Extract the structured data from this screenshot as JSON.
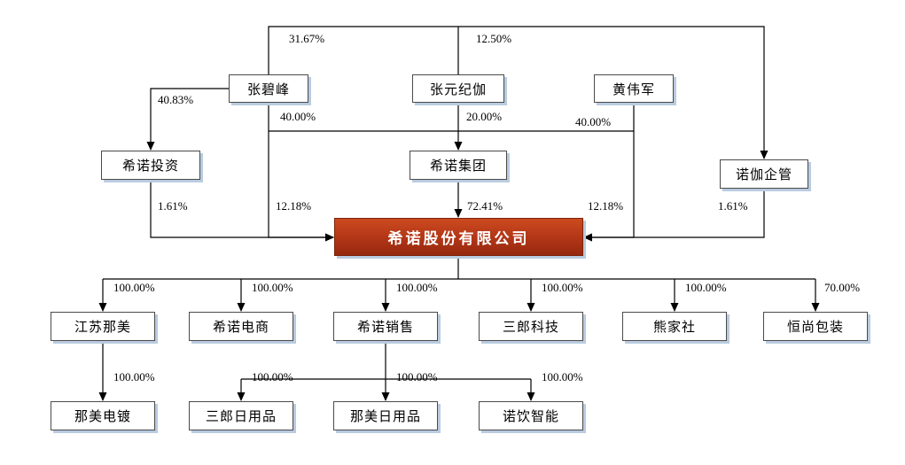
{
  "diagram": {
    "type": "equity-structure-chart",
    "company_box_color": "#b13517",
    "box_shadow_color": "#b9cbe0",
    "line_color": "#000000"
  },
  "nodes": {
    "zhang_bifeng": {
      "label": "张碧峰"
    },
    "zhang_yuanjijia": {
      "label": "张元纪伽"
    },
    "huang_weijun": {
      "label": "黄伟军"
    },
    "xinuo_investment": {
      "label": "希诺投资"
    },
    "xinuo_group": {
      "label": "希诺集团"
    },
    "nuojia_management": {
      "label": "诺伽企管"
    },
    "company": {
      "label": "希诺股份有限公司"
    },
    "jiangsu_namei": {
      "label": "江苏那美"
    },
    "xinuo_ecommerce": {
      "label": "希诺电商"
    },
    "xinuo_sales": {
      "label": "希诺销售"
    },
    "sanlang_tech": {
      "label": "三郎科技"
    },
    "xiongjiashe": {
      "label": "熊家社"
    },
    "hengshang_packaging": {
      "label": "恒尚包装"
    },
    "namei_plating": {
      "label": "那美电镀"
    },
    "sanlang_daily": {
      "label": "三郎日用品"
    },
    "namei_daily": {
      "label": "那美日用品"
    },
    "nuoyin_smart": {
      "label": "诺饮智能"
    }
  },
  "edges": [
    {
      "from": "zhang_bifeng",
      "to": "nuojia_management",
      "pct": "31.67%"
    },
    {
      "from": "zhang_yuanjijia",
      "to": "nuojia_management",
      "pct": "12.50%"
    },
    {
      "from": "zhang_bifeng",
      "to": "xinuo_investment",
      "pct": "40.83%"
    },
    {
      "from": "zhang_bifeng",
      "to": "xinuo_group",
      "pct": "40.00%"
    },
    {
      "from": "zhang_yuanjijia",
      "to": "xinuo_group",
      "pct": "20.00%"
    },
    {
      "from": "huang_weijun",
      "to": "xinuo_group",
      "pct": "40.00%"
    },
    {
      "from": "xinuo_investment",
      "to": "company",
      "pct": "1.61%"
    },
    {
      "from": "zhang_bifeng",
      "to": "company",
      "pct": "12.18%"
    },
    {
      "from": "xinuo_group",
      "to": "company",
      "pct": "72.41%"
    },
    {
      "from": "huang_weijun",
      "to": "company",
      "pct": "12.18%"
    },
    {
      "from": "nuojia_management",
      "to": "company",
      "pct": "1.61%"
    },
    {
      "from": "company",
      "to": "jiangsu_namei",
      "pct": "100.00%"
    },
    {
      "from": "company",
      "to": "xinuo_ecommerce",
      "pct": "100.00%"
    },
    {
      "from": "company",
      "to": "xinuo_sales",
      "pct": "100.00%"
    },
    {
      "from": "company",
      "to": "sanlang_tech",
      "pct": "100.00%"
    },
    {
      "from": "company",
      "to": "xiongjiashe",
      "pct": "100.00%"
    },
    {
      "from": "company",
      "to": "hengshang_packaging",
      "pct": "70.00%"
    },
    {
      "from": "jiangsu_namei",
      "to": "namei_plating",
      "pct": "100.00%"
    },
    {
      "from": "xinuo_sales",
      "to": "sanlang_daily",
      "pct": "100.00%"
    },
    {
      "from": "xinuo_sales",
      "to": "namei_daily",
      "pct": "100.00%"
    },
    {
      "from": "xinuo_sales",
      "to": "nuoyin_smart",
      "pct": "100.00%"
    }
  ]
}
